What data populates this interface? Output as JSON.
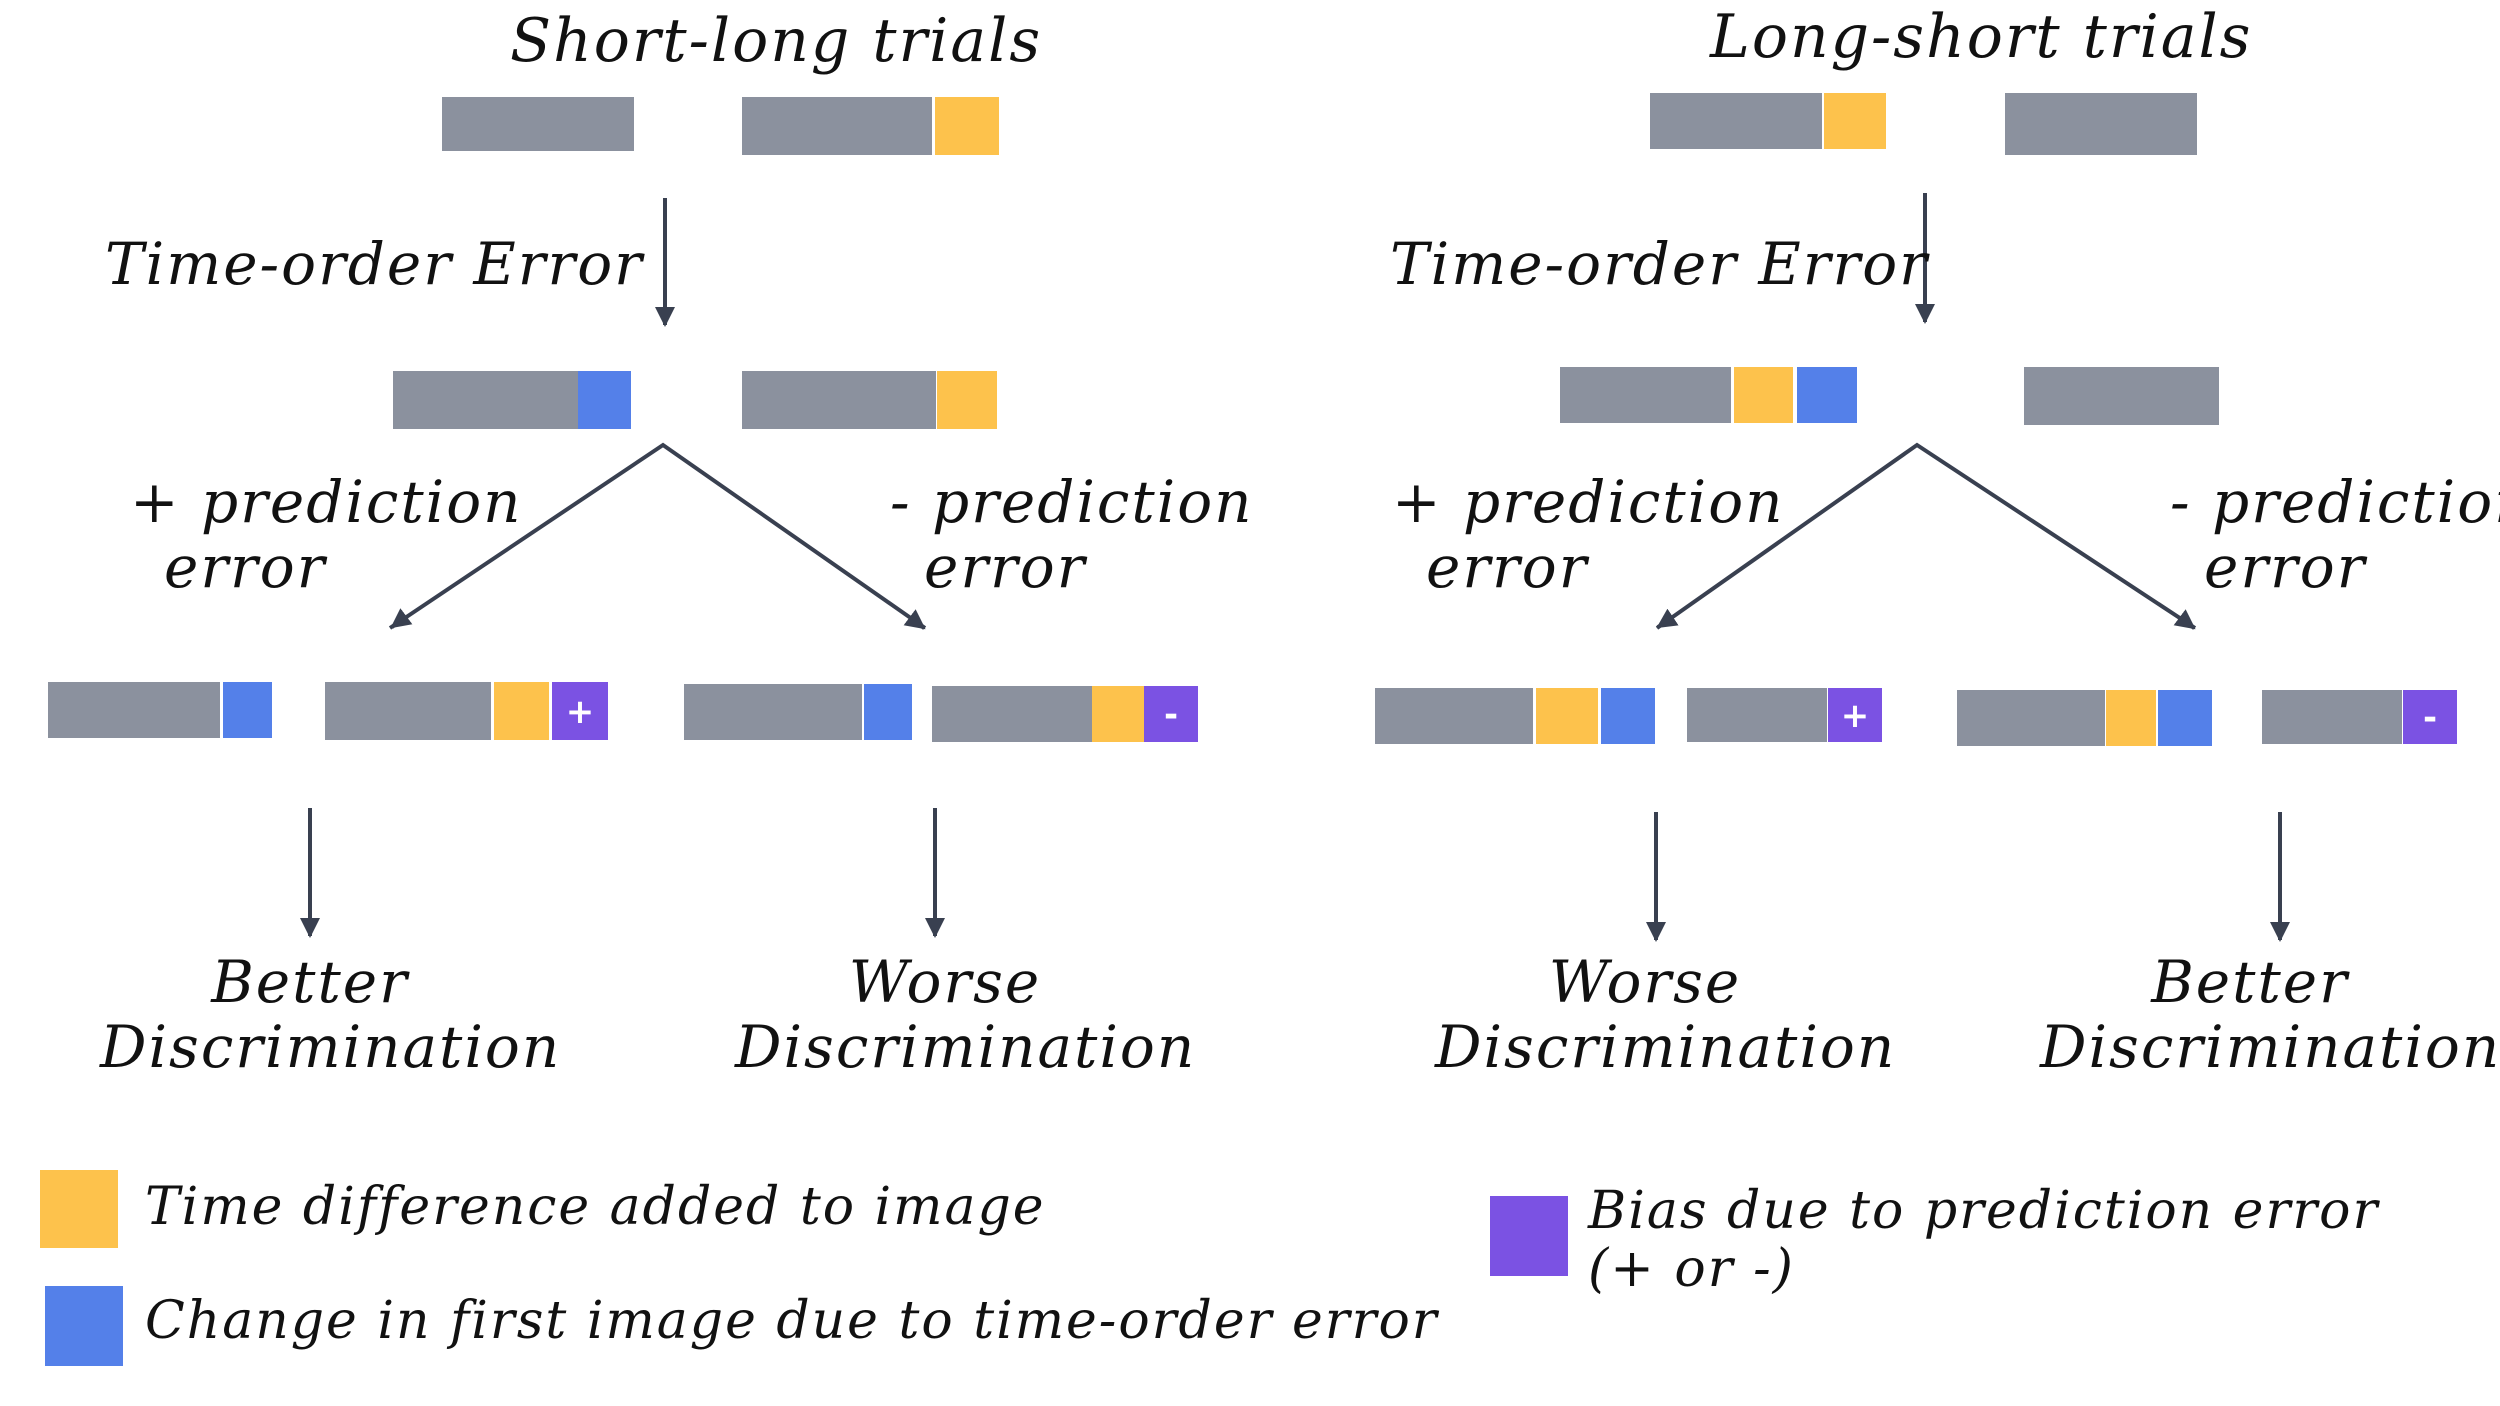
{
  "colors": {
    "stimulus_gray": "#8b919e",
    "time_difference": "#fdc24c",
    "time_order_change": "#5480e9",
    "prediction_bias": "#7b52e3",
    "arrow": "#394050",
    "text": "#111111"
  },
  "panels": [
    {
      "title": "Short-long trials",
      "step_label": "Time-order Error",
      "branch_left_label": [
        "+ prediction",
        "error"
      ],
      "branch_right_label": [
        "- prediction",
        "error"
      ],
      "outcome_left": [
        "Better",
        "Discrimination"
      ],
      "outcome_right": [
        "Worse",
        "Discrimination"
      ]
    },
    {
      "title": "Long-short trials",
      "step_label": "Time-order Error",
      "branch_left_label": [
        "+ prediction",
        "error"
      ],
      "branch_right_label": [
        "- prediction",
        "error"
      ],
      "outcome_left": [
        "Worse",
        "Discrimination"
      ],
      "outcome_right": [
        "Better",
        "Discrimination"
      ]
    }
  ],
  "bias_signs": {
    "plus": "+",
    "minus": "-"
  },
  "legend": [
    {
      "swatch": "time-difference",
      "text": "Time difference added to image"
    },
    {
      "swatch": "time-order-change",
      "text": "Change in first image due to time-order error"
    },
    {
      "swatch": "prediction-bias",
      "text": "Bias due to prediction error",
      "text2": "(+ or -)"
    }
  ]
}
